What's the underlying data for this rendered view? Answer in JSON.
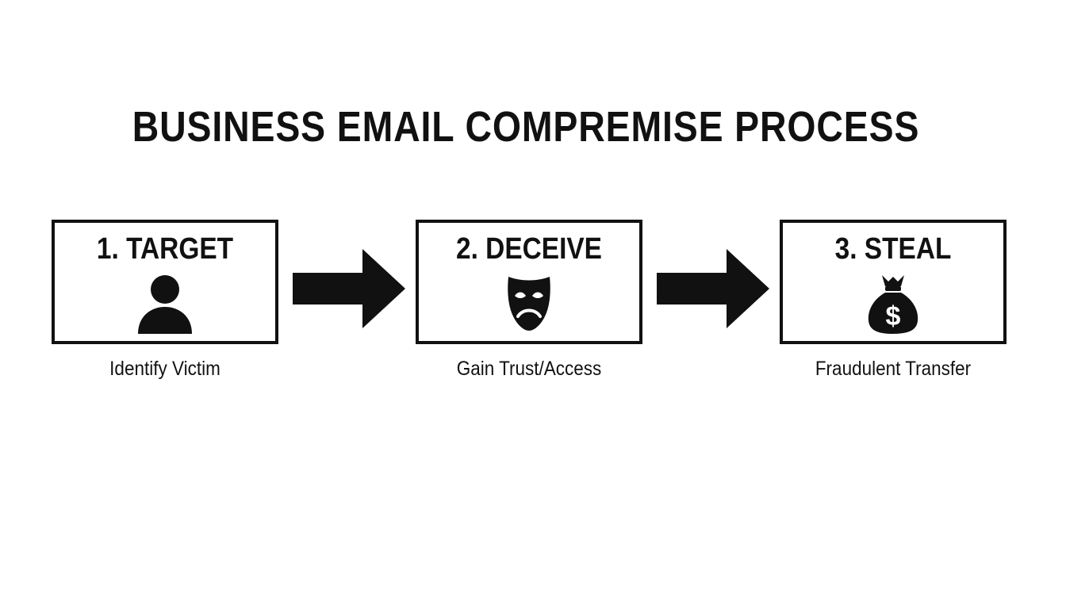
{
  "title": "BUSINESS EMAIL COMPREMISE PROCESS",
  "steps": [
    {
      "label": "1. TARGET",
      "icon": "person-icon",
      "caption": "Identify Victim"
    },
    {
      "label": "2. DECEIVE",
      "icon": "tragedy-mask-icon",
      "caption": "Gain Trust/Access"
    },
    {
      "label": "3. STEAL",
      "icon": "money-bag-icon",
      "caption": "Fraudulent Transfer"
    }
  ],
  "colors": {
    "ink": "#111111",
    "background": "#ffffff"
  }
}
